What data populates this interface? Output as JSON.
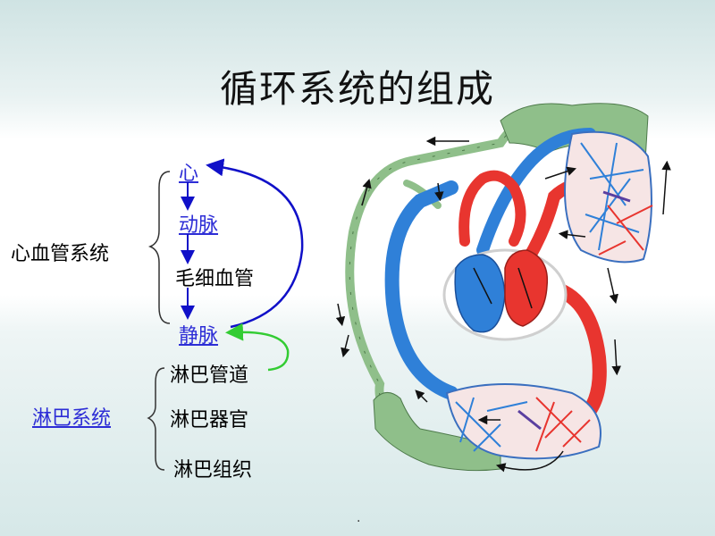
{
  "title": "循环系统的组成",
  "cardio": {
    "label": "心血管系统",
    "items": [
      "心",
      "动脉",
      "毛细血管",
      "静脉"
    ]
  },
  "lymph": {
    "label": "淋巴系统",
    "items": [
      "淋巴管道",
      "淋巴器官",
      "淋巴组织"
    ]
  },
  "footer_mark": ".",
  "colors": {
    "artery": "#e8352f",
    "vein": "#2f80d8",
    "lymph": "#8fbf8a",
    "arrow_blue": "#1010c8",
    "arrow_green": "#33cc33"
  }
}
